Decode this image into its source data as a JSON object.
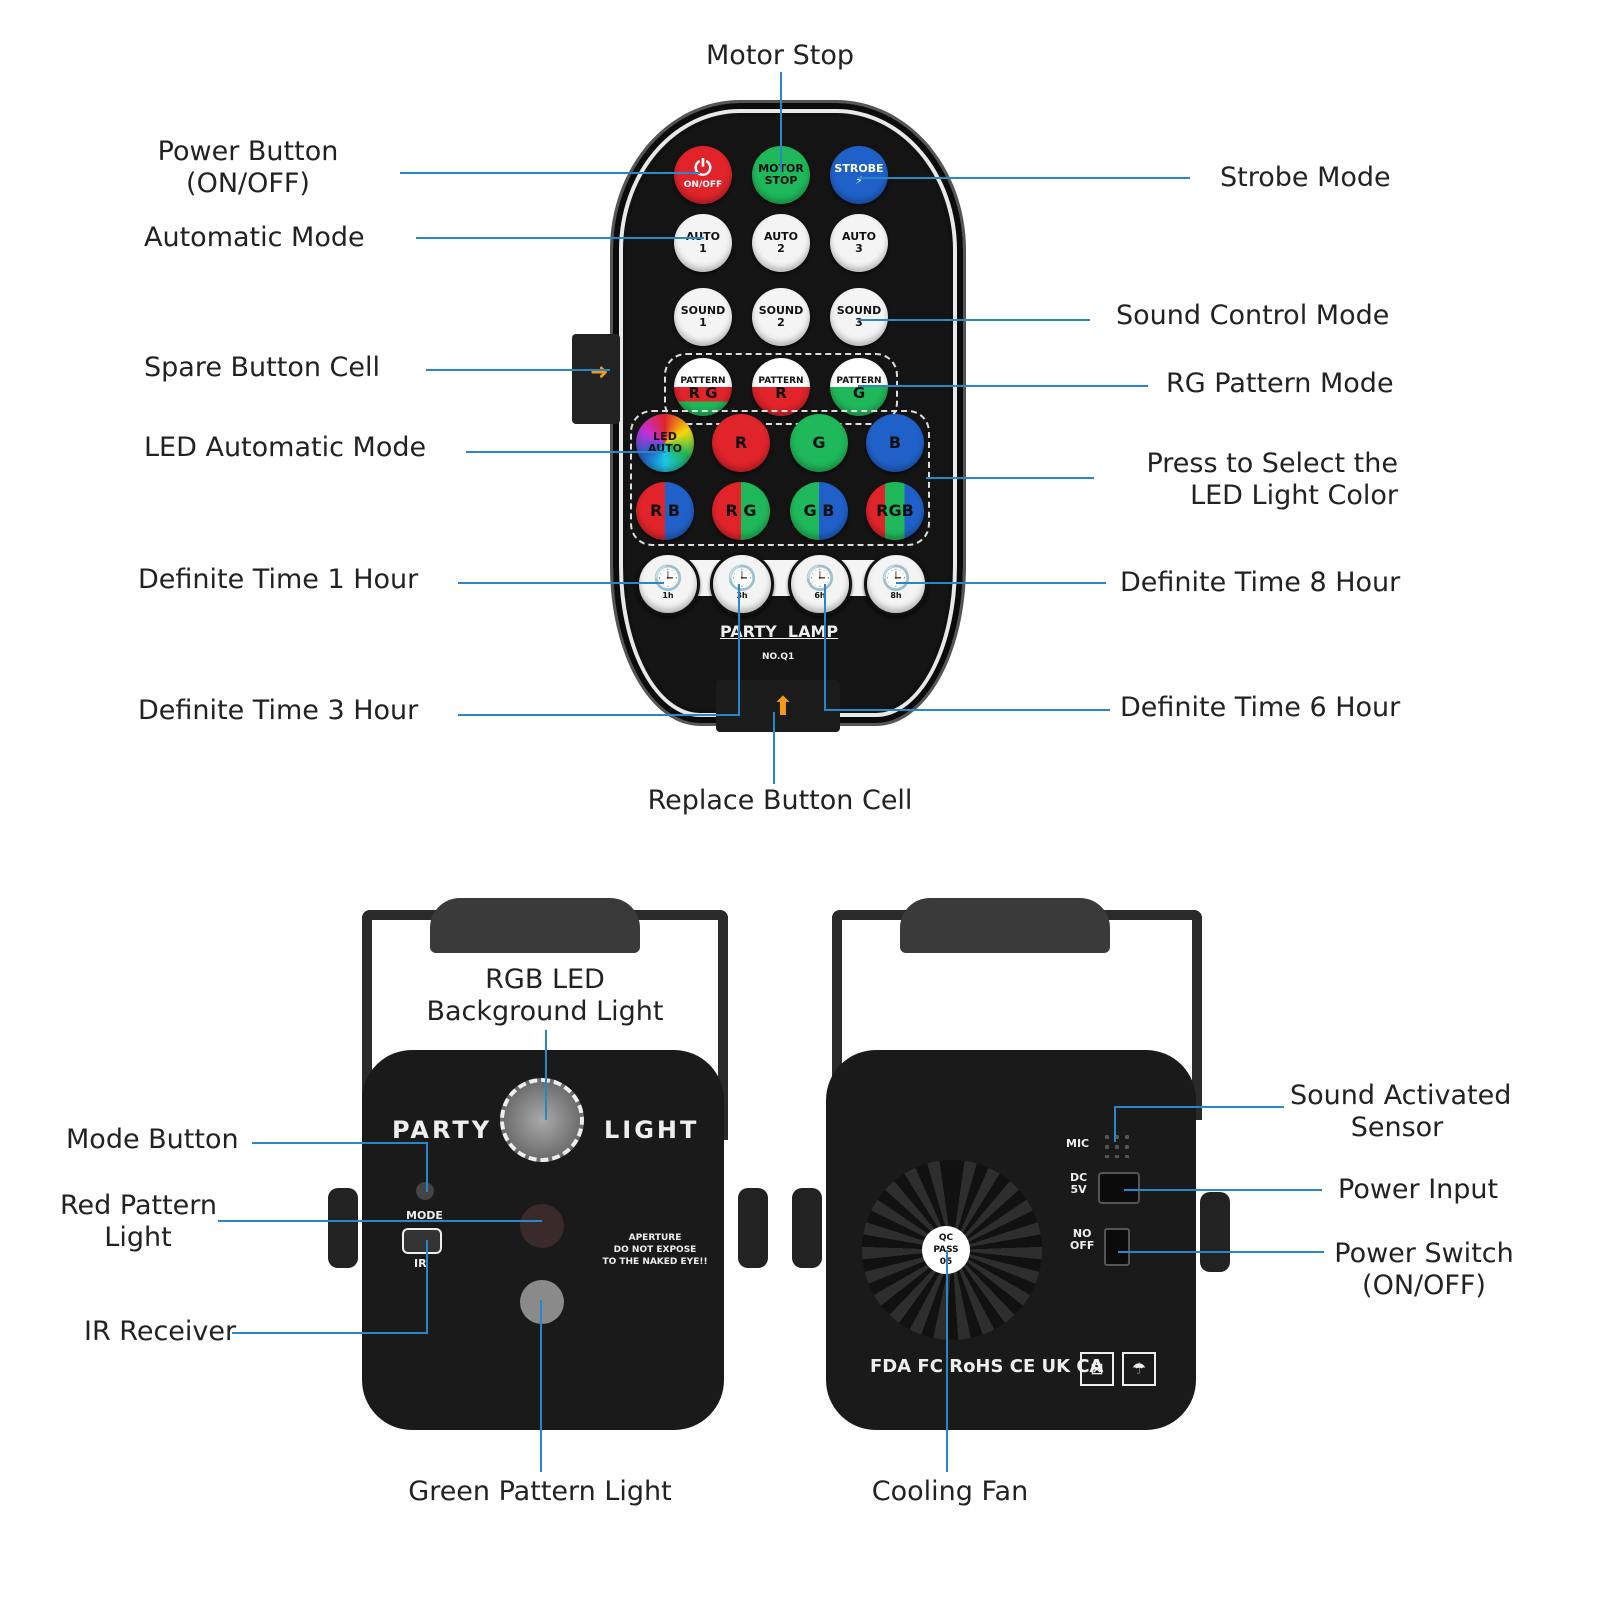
{
  "remote": {
    "buttons": {
      "power": "ON/OFF",
      "motor_stop": "MOTOR\nSTOP",
      "strobe": "STROBE",
      "auto1": "AUTO\n1",
      "auto2": "AUTO\n2",
      "auto3": "AUTO\n3",
      "sound1": "SOUND\n1",
      "sound2": "SOUND\n2",
      "sound3": "SOUND\n3",
      "pattern_rg": "PATTERN",
      "pattern_r": "PATTERN",
      "pattern_g": "PATTERN",
      "pattern_rg_letters": "R G",
      "pattern_r_letters": "R",
      "pattern_g_letters": "G",
      "led_auto": "LED\nAUTO",
      "r": "R",
      "g": "G",
      "b": "B",
      "rb": "R B",
      "rg": "R G",
      "gb": "G B",
      "rgb": "RGB",
      "timer1": "1h",
      "timer3": "3h",
      "timer6": "6h",
      "timer8": "8h"
    },
    "brand": "PARTY  LAMP",
    "model": "NO.Q1"
  },
  "labels": {
    "motor_stop": "Motor Stop",
    "power_button": "Power Button\n(ON/OFF)",
    "strobe_mode": "Strobe Mode",
    "automatic_mode": "Automatic Mode",
    "sound_control_mode": "Sound Control Mode",
    "spare_button_cell": "Spare Button Cell",
    "rg_pattern_mode": "RG Pattern Mode",
    "led_automatic_mode": "LED Automatic Mode",
    "select_led_color": "Press to Select the\nLED Light Color",
    "time_1h": "Definite Time 1 Hour",
    "time_8h": "Definite Time 8 Hour",
    "time_3h": "Definite Time 3 Hour",
    "time_6h": "Definite Time 6 Hour",
    "replace_button_cell": "Replace Button Cell",
    "rgb_led_background": "RGB LED\nBackground Light",
    "mode_button": "Mode Button",
    "red_pattern_light": "Red Pattern\nLight",
    "ir_receiver": "IR Receiver",
    "green_pattern_light": "Green Pattern Light",
    "cooling_fan": "Cooling Fan",
    "sound_activated_sensor": "Sound Activated\nSensor",
    "power_input": "Power Input",
    "power_switch": "Power Switch\n(ON/OFF)"
  },
  "front_device": {
    "brand_left": "PARTY",
    "brand_right": "LIGHT",
    "mode_text": "MODE",
    "ir_text": "IR",
    "warning": "APERTURE\nDO NOT EXPOSE\nTO THE NAKED EYE!!"
  },
  "back_device": {
    "mic_text": "MIC",
    "dc_text": "DC\n5V",
    "switch_text": "NO\nOFF",
    "qc_text": "QC\nPASS\n05",
    "certifications": "FDA FC RoHS CE UK CA"
  },
  "colors": {
    "leader": "#2b86c8",
    "red": "#e0242a",
    "green": "#1fb85a",
    "blue": "#2061c9"
  }
}
